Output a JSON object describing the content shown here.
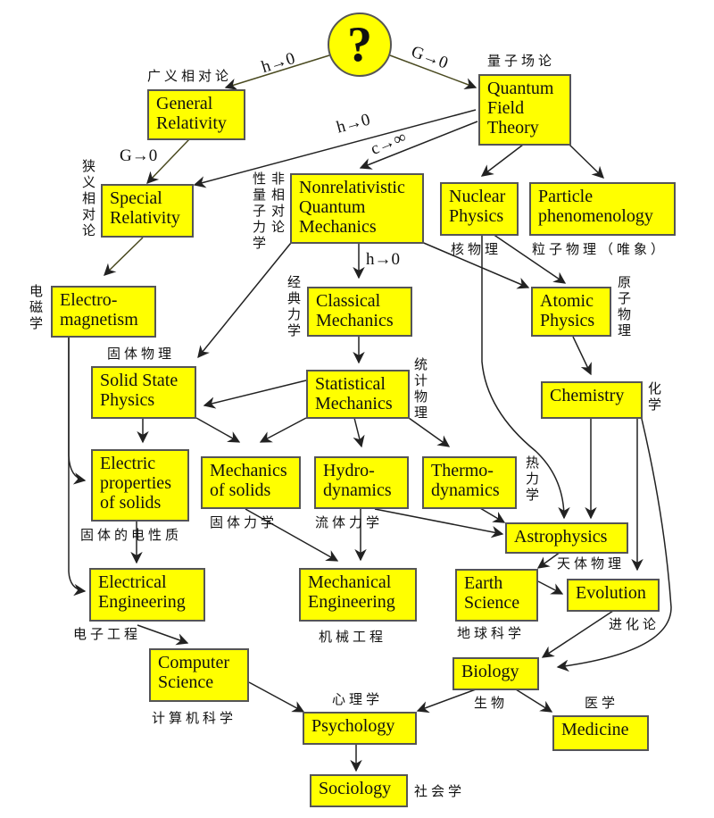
{
  "root": {
    "symbol": "?"
  },
  "colors": {
    "node_fill": "#ffff00",
    "node_border": "#555555",
    "edge": "#222222",
    "edge_top": "#4a4a20"
  },
  "nodes": {
    "general_relativity": {
      "label": "General\nRelativity",
      "zh": "广义相对论"
    },
    "qft": {
      "label": "Quantum\nField\nTheory",
      "zh": "量子场论"
    },
    "special_relativity": {
      "label": "Special\nRelativity",
      "zh": "狭义相对论"
    },
    "nrqm": {
      "label": "Nonrelativistic\nQuantum\nMechanics",
      "zh_a": "非相对论",
      "zh_b": "性量子力学"
    },
    "nuclear": {
      "label": "Nuclear\nPhysics",
      "zh": "核物理"
    },
    "particle": {
      "label": "Particle\nphenomenology",
      "zh": "粒子物理（唯象）"
    },
    "electromagnetism": {
      "label": "Electro-\nmagnetism",
      "zh": "电磁学"
    },
    "classical": {
      "label": "Classical\nMechanics",
      "zh": "经典力学"
    },
    "atomic": {
      "label": "Atomic\nPhysics",
      "zh": "原子物理"
    },
    "solid_state": {
      "label": "Solid State\nPhysics",
      "zh": "固体物理"
    },
    "statistical": {
      "label": "Statistical\nMechanics",
      "zh": "统计物理"
    },
    "chemistry": {
      "label": "Chemistry",
      "zh": "化学"
    },
    "electric_props": {
      "label": "Electric\nproperties\nof solids",
      "zh": "固体的电性质"
    },
    "mech_solids": {
      "label": "Mechanics\nof solids",
      "zh": "固体力学"
    },
    "hydro": {
      "label": "Hydro-\ndynamics",
      "zh": "流体力学"
    },
    "thermo": {
      "label": "Thermo-\ndynamics",
      "zh": "热力学"
    },
    "astrophysics": {
      "label": "Astrophysics",
      "zh": "天体物理"
    },
    "electrical_eng": {
      "label": "Electrical\nEngineering",
      "zh": "电子工程"
    },
    "mechanical_eng": {
      "label": "Mechanical\nEngineering",
      "zh": "机械工程"
    },
    "earth_science": {
      "label": "Earth\nScience",
      "zh": "地球科学"
    },
    "evolution": {
      "label": "Evolution",
      "zh": "进化论"
    },
    "computer_science": {
      "label": "Computer\nScience",
      "zh": "计算机科学"
    },
    "biology": {
      "label": "Biology",
      "zh": "生物"
    },
    "psychology": {
      "label": "Psychology",
      "zh": "心理学"
    },
    "medicine": {
      "label": "Medicine",
      "zh": "医学"
    },
    "sociology": {
      "label": "Sociology",
      "zh": "社会学"
    }
  },
  "edge_labels": {
    "root_to_gr": "h→0",
    "root_to_qft": "G→0",
    "gr_to_sr": "G→0",
    "qft_to_sr": "h→0",
    "qft_to_nrqm": "c→∞",
    "nrqm_to_classical": "h→0"
  }
}
